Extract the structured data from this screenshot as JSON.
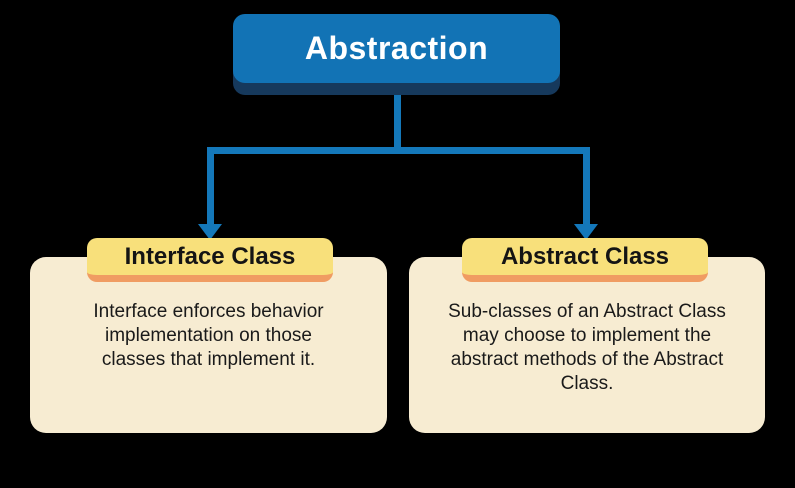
{
  "diagram": {
    "root": {
      "label": "Abstraction"
    },
    "children": [
      {
        "title": "Interface Class",
        "description": "Interface enforces behavior implementation on those classes that implement it."
      },
      {
        "title": "Abstract Class",
        "description": "Sub-classes of an Abstract Class may choose to implement the abstract methods of the Abstract Class."
      }
    ]
  },
  "colors": {
    "background": "#000000",
    "root_fill": "#1273b5",
    "root_shadow": "#16395c",
    "root_text": "#ffffff",
    "connector": "#1478ba",
    "header_fill": "#f8e07b",
    "header_edge": "#f09c62",
    "card_fill": "#f7ecd2",
    "text": "#1a1a1a"
  }
}
